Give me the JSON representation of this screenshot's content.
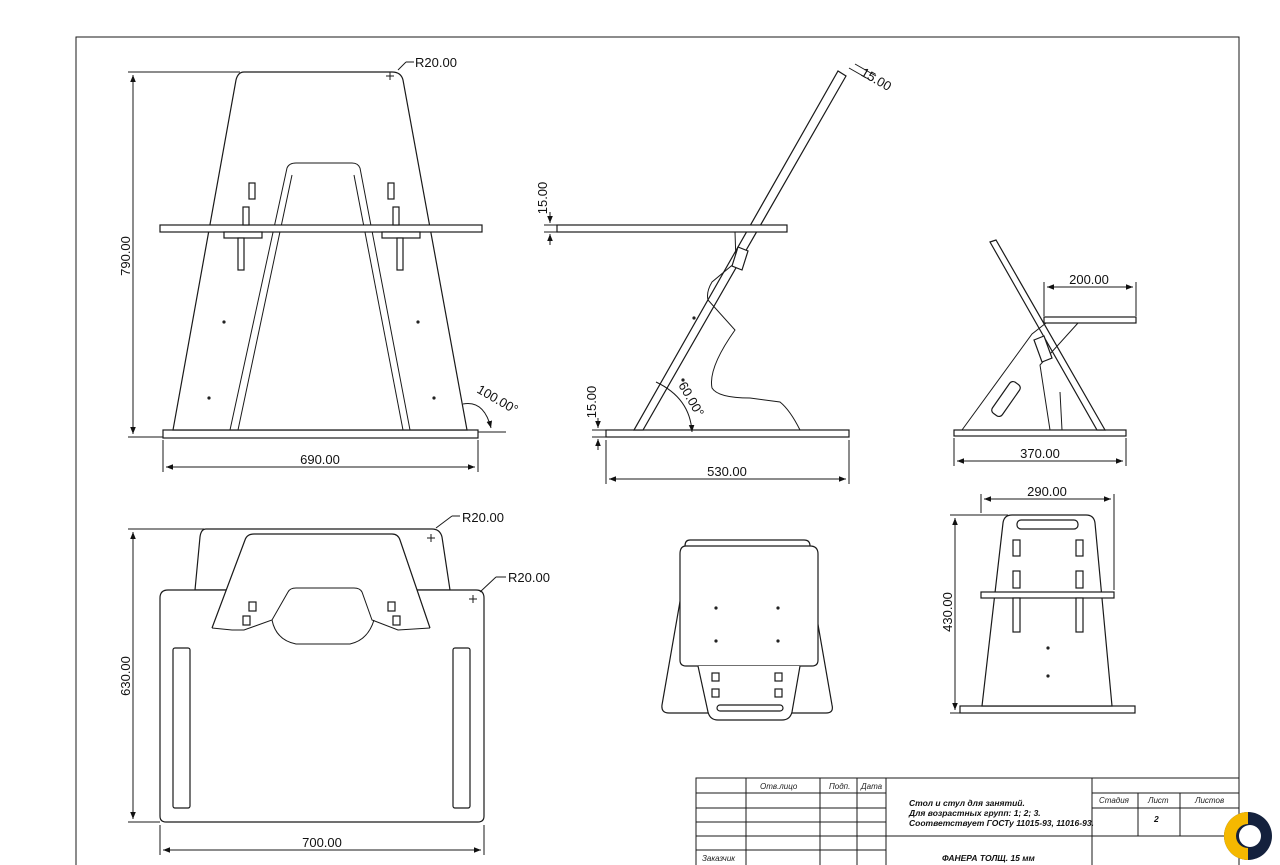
{
  "dimensions": {
    "front_height": "790.00",
    "front_width": "690.00",
    "front_radius": "R20.00",
    "front_angle": "100.00°",
    "side_thickness_top": "15.00",
    "side_thickness_shelf": "15.00",
    "side_thickness_base": "15.00",
    "side_angle": "60.00°",
    "side_width": "530.00",
    "chair_seat_width": "200.00",
    "chair_width": "370.00",
    "plan_depth": "630.00",
    "plan_width": "700.00",
    "plan_radius_top": "R20.00",
    "plan_radius_side": "R20.00",
    "chair_front_width": "290.00",
    "chair_front_height": "430.00"
  },
  "title_block": {
    "col_headers": [
      "Отв.лицо",
      "Подп.",
      "Дата"
    ],
    "row_label": "Заказчик",
    "description_lines": [
      "Стол и стул для занятий.",
      "Для возрастных групп: 1; 2; 3.",
      "Соответствует ГОСТу 11015-93, 11016-93."
    ],
    "stage_headers": [
      "Стадия",
      "Лист",
      "Листов"
    ],
    "sheet_number": "2",
    "material": "ФАНЕРА ТОЛЩ. 15 мм"
  },
  "logo": {
    "name": "logo-icon",
    "accent_color": "#f5b800",
    "dark_color": "#14213d"
  }
}
